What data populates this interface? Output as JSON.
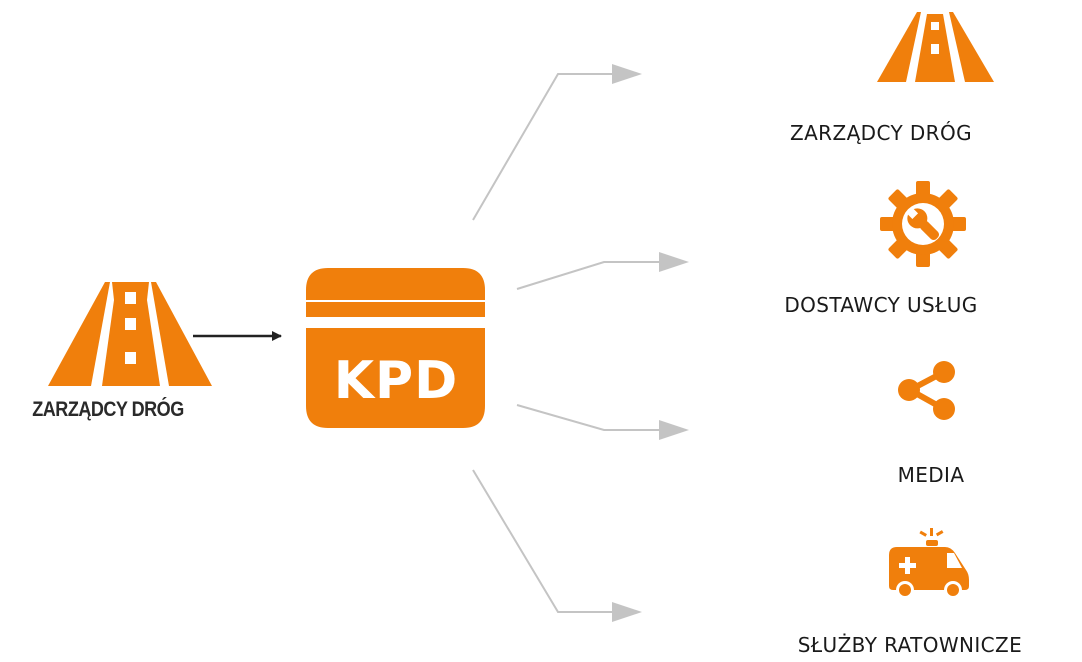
{
  "colors": {
    "accent": "#f07f0c",
    "arrow_dark": "#222222",
    "arrow_gray": "#c4c4c4"
  },
  "source": {
    "label": "ZARZĄDCY DRÓG",
    "icon": "road-icon"
  },
  "hub": {
    "label": "KPD",
    "icon": "card-icon"
  },
  "targets": [
    {
      "label": "ZARZĄDCY DRÓG",
      "icon": "road-icon"
    },
    {
      "label": "DOSTAWCY USŁUG",
      "icon": "gear-wrench-icon"
    },
    {
      "label": "MEDIA",
      "icon": "share-icon"
    },
    {
      "label": "SŁUŻBY RATOWNICZE",
      "icon": "ambulance-icon"
    }
  ]
}
